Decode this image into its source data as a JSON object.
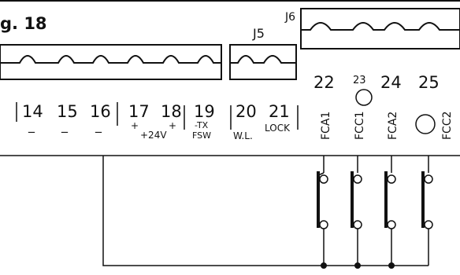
{
  "figure": {
    "title": "g. 18"
  },
  "connectors": {
    "j5": "J5",
    "j6": "J6"
  },
  "terminals": {
    "t14": "14",
    "t15": "15",
    "t16": "16",
    "t17": "17",
    "t18": "18",
    "t19": "19",
    "t20": "20",
    "t21": "21",
    "t22": "22",
    "t23": "23",
    "t24": "24",
    "t25": "25"
  },
  "terminal_labels": {
    "minus14": "_",
    "minus15": "_",
    "minus16": "_",
    "plus17": "+",
    "plus18": "+",
    "v24": "+24V",
    "tx": "-TX",
    "fsw": "FSW",
    "wl": "W.L.",
    "lock": "LOCK"
  },
  "switch_labels": {
    "fca1": "FCA1",
    "fcc1": "FCC1",
    "fca2": "FCA2",
    "fcc2": "FCC2"
  }
}
